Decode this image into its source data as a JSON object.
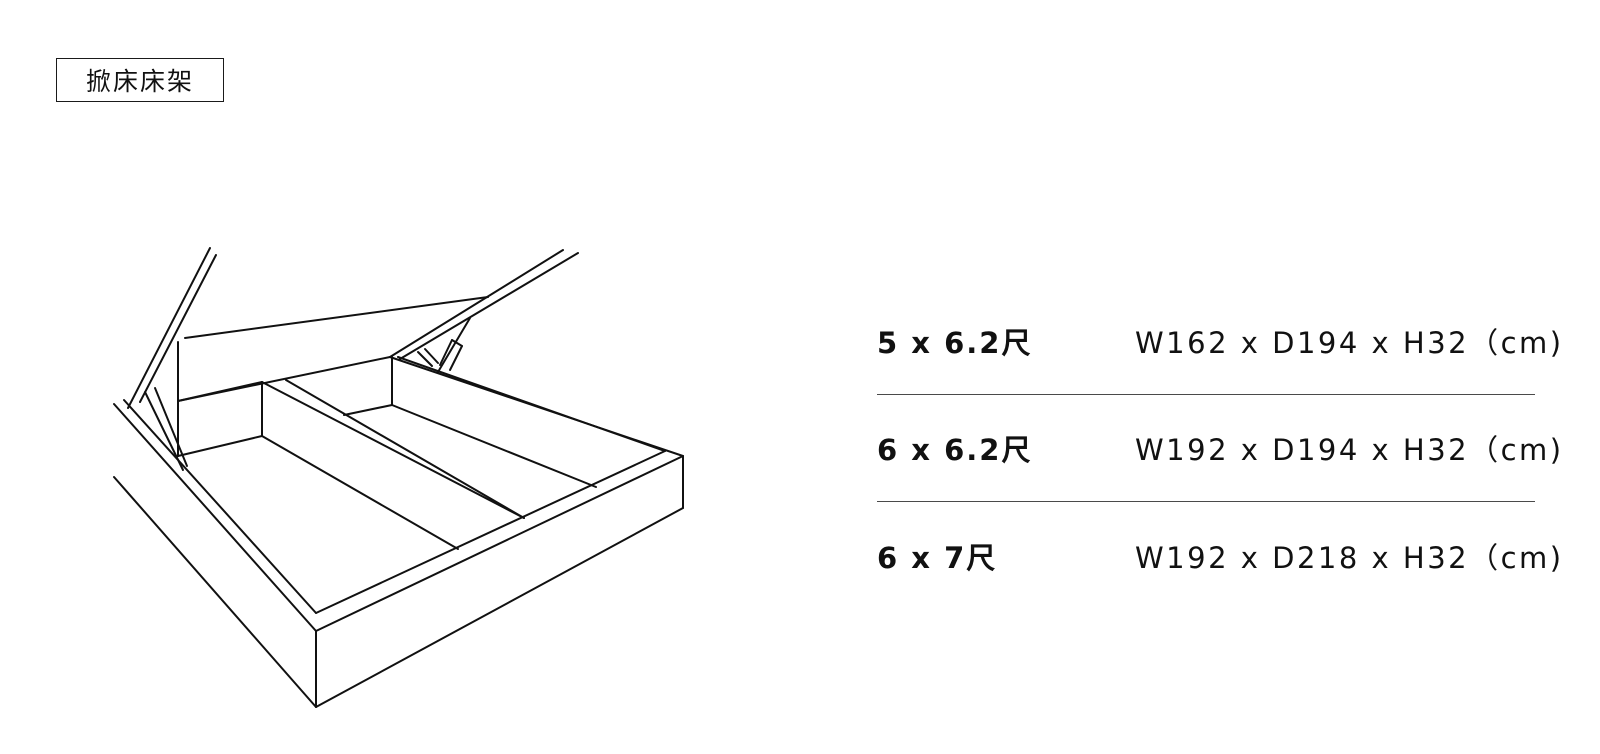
{
  "title": "掀床床架",
  "illustration": {
    "icon": "lift-up-storage-bed-frame-line-drawing",
    "stroke_color": "#111111"
  },
  "sizes": [
    {
      "label": "5 x 6.2尺",
      "dimensions": "W162 x D194 x H32（cm)"
    },
    {
      "label": "6 x 6.2尺",
      "dimensions": "W192 x D194 x H32（cm)"
    },
    {
      "label": "6 x 7尺",
      "dimensions": "W192 x D218 x H32（cm)"
    }
  ]
}
